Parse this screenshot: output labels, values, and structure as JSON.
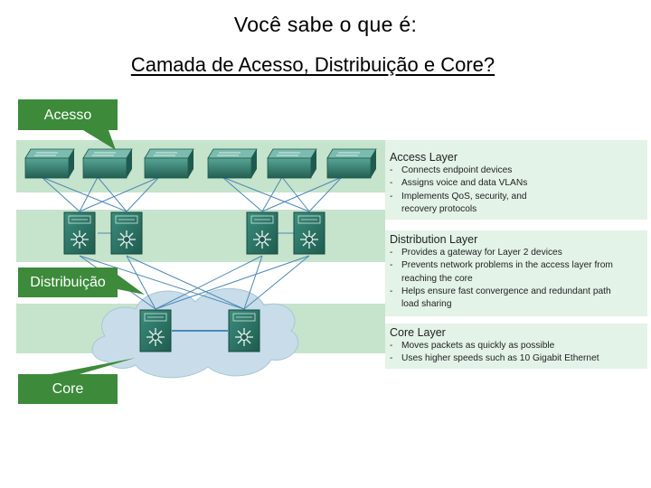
{
  "slide": {
    "title": "Você sabe o que é:",
    "subtitle": "Camada de Acesso, Distribuição e Core?"
  },
  "callouts": {
    "access": "Acesso",
    "distribution": "Distribuição",
    "core": "Core"
  },
  "layers": [
    {
      "title": "Access Layer",
      "bullets": [
        "Connects endpoint devices",
        "Assigns voice and data VLANs",
        "Implements QoS, security, and recovery protocols"
      ]
    },
    {
      "title": "Distribution Layer",
      "bullets": [
        "Provides a gateway for Layer 2 devices",
        "Prevents network problems in the access layer from reaching the core",
        "Helps ensure fast convergence and redundant path load sharing"
      ]
    },
    {
      "title": "Core Layer",
      "bullets": [
        "Moves packets as quickly as possible",
        "Uses higher speeds such as 10 Gigabit Ethernet"
      ]
    }
  ],
  "colors": {
    "band": "#c6e3cc",
    "device": "#2f7c6c",
    "callout": "#3c8a3a",
    "link": "#4d88b5",
    "cloud": "#c8dde9"
  },
  "icons": {
    "access_switch": "switch-icon",
    "multilayer_switch": "multilayer-switch-icon"
  }
}
